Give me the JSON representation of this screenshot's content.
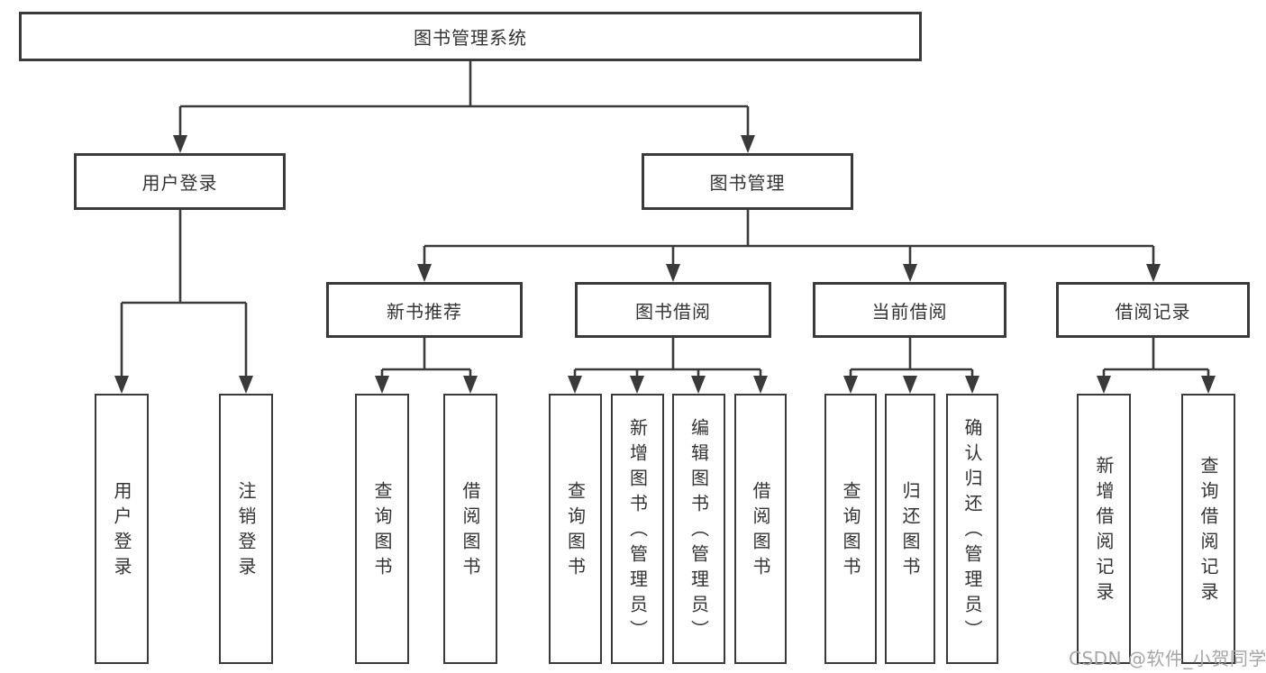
{
  "tree": {
    "label": "图书管理系统",
    "children": [
      {
        "label": "用户登录",
        "children": [
          {
            "label": "用户登录"
          },
          {
            "label": "注销登录"
          }
        ]
      },
      {
        "label": "图书管理",
        "children": [
          {
            "label": "新书推荐",
            "children": [
              {
                "label": "查询图书"
              },
              {
                "label": "借阅图书"
              }
            ]
          },
          {
            "label": "图书借阅",
            "children": [
              {
                "label": "查询图书"
              },
              {
                "label": "新增图书（管理员）"
              },
              {
                "label": "编辑图书（管理员）"
              },
              {
                "label": "借阅图书"
              }
            ]
          },
          {
            "label": "当前借阅",
            "children": [
              {
                "label": "查询图书"
              },
              {
                "label": "归还图书"
              },
              {
                "label": "确认归还（管理员）"
              }
            ]
          },
          {
            "label": "借阅记录",
            "children": [
              {
                "label": "新增借阅记录"
              },
              {
                "label": "查询借阅记录"
              }
            ]
          }
        ]
      }
    ]
  },
  "watermark": {
    "text": "CSDN @软件_小贺同学"
  },
  "colors": {
    "line": "#3a3a3a",
    "box_border": "#3a3a3a",
    "text": "#333333",
    "watermark_text": "#a6a6a6",
    "background": "#ffffff"
  }
}
